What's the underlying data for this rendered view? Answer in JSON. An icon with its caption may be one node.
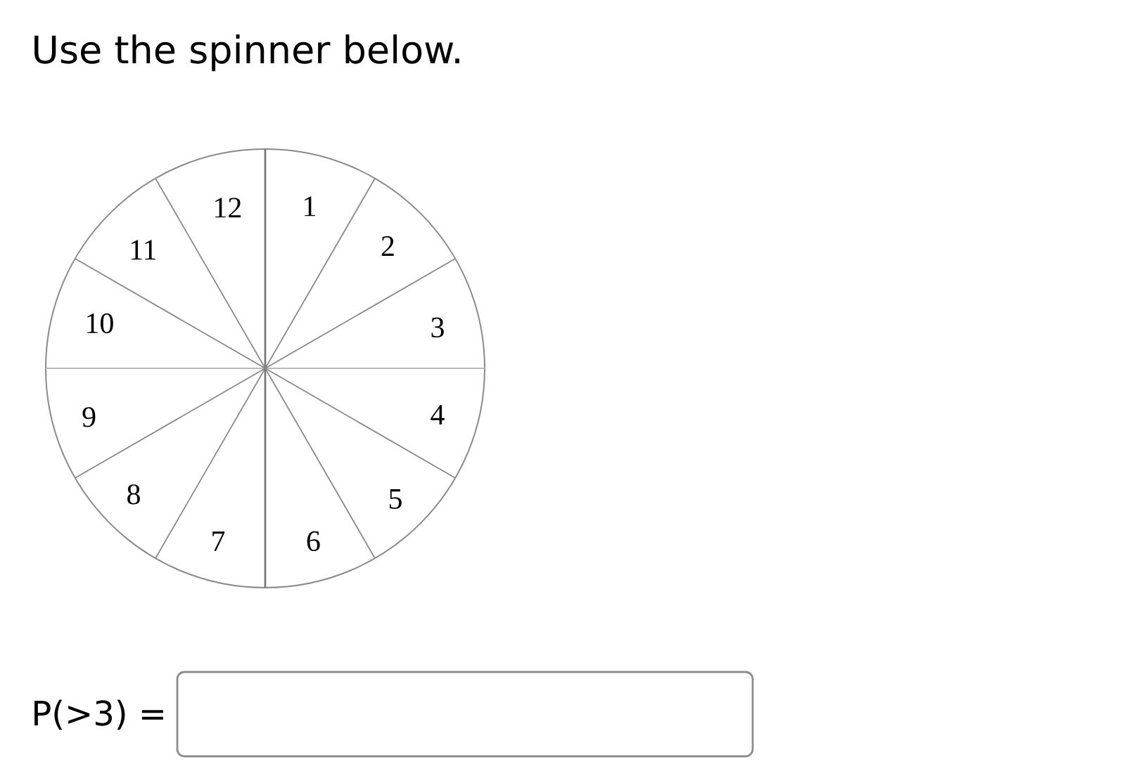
{
  "diagram": {
    "title": "Use the spinner below.",
    "labels": [
      "12",
      "1",
      "11",
      "2",
      "10",
      "3",
      "9",
      "4",
      "8",
      "5",
      "7",
      "6",
      "P(>3) ="
    ]
  }
}
